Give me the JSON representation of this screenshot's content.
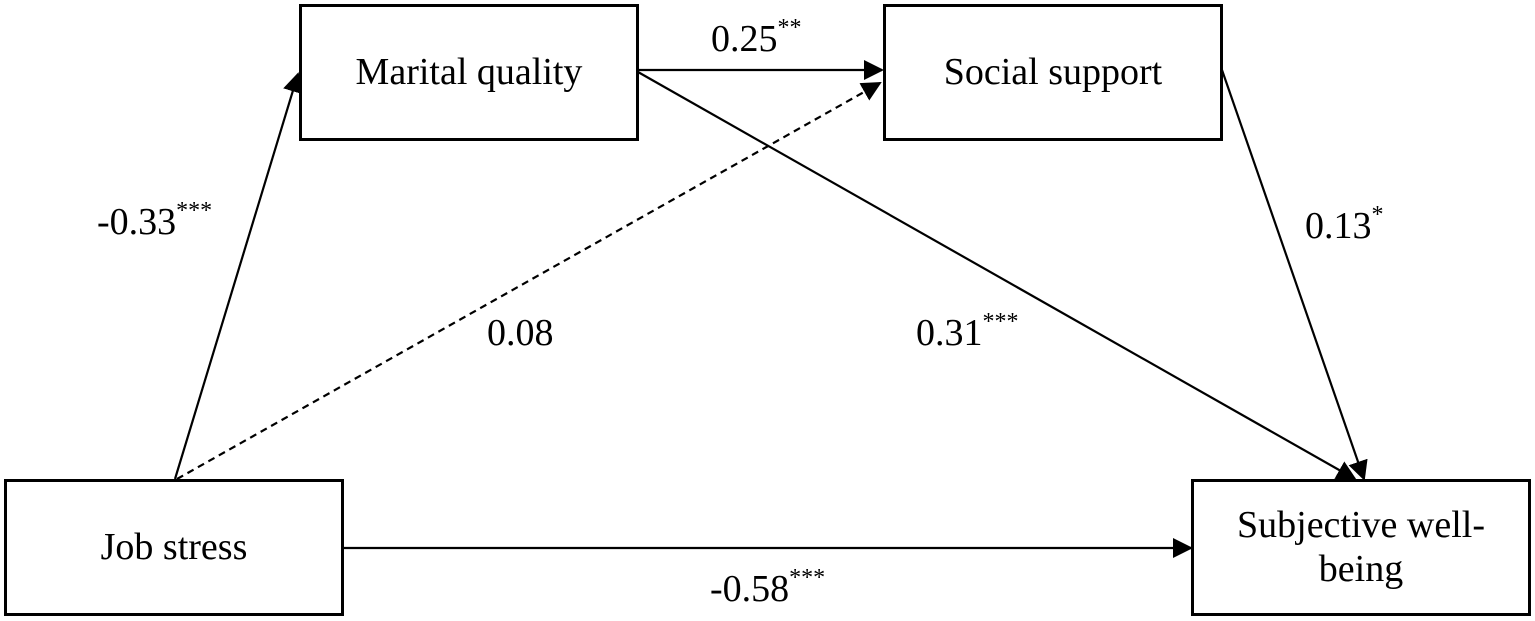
{
  "diagram": {
    "type": "mediation path model",
    "nodes": {
      "job_stress": {
        "label": "Job stress"
      },
      "marital_quality": {
        "label": "Marital quality"
      },
      "social_support": {
        "label": "Social support"
      },
      "subjective_wellbeing": {
        "label": "Subjective well-being",
        "line1": "Subjective well-",
        "line2": "being"
      }
    },
    "paths": {
      "js_to_mq": {
        "from": "Job stress",
        "to": "Marital quality",
        "coef": "-0.33",
        "sig": "***",
        "style": "solid"
      },
      "mq_to_ss": {
        "from": "Marital quality",
        "to": "Social support",
        "coef": "0.25",
        "sig": "**",
        "style": "solid"
      },
      "js_to_ss": {
        "from": "Job stress",
        "to": "Social support",
        "coef": "0.08",
        "sig": "",
        "style": "dashed"
      },
      "mq_to_swb": {
        "from": "Marital quality",
        "to": "Subjective well-being",
        "coef": "0.31",
        "sig": "***",
        "style": "solid"
      },
      "ss_to_swb": {
        "from": "Social support",
        "to": "Subjective well-being",
        "coef": "0.13",
        "sig": "*",
        "style": "solid"
      },
      "js_to_swb": {
        "from": "Job stress",
        "to": "Subjective well-being",
        "coef": "-0.58",
        "sig": "***",
        "style": "solid"
      }
    },
    "colors": {
      "stroke": "#000000",
      "background": "#ffffff"
    }
  }
}
